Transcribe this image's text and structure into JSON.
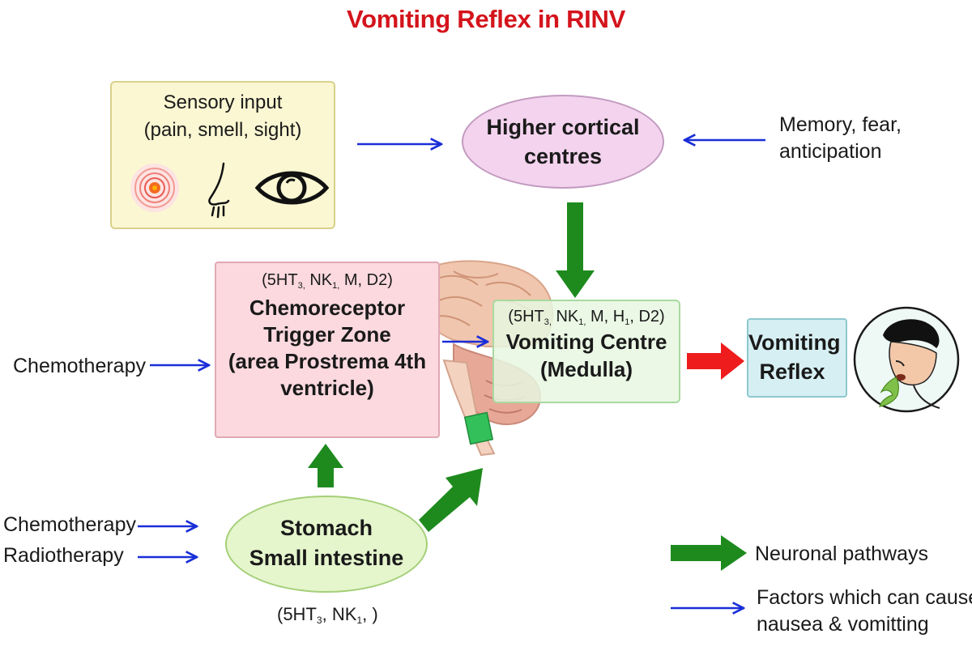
{
  "title": "Vomiting Reflex in RINV",
  "sensory": {
    "line1": "Sensory input",
    "line2": "(pain, smell, sight)",
    "icons": [
      "pain-icon",
      "nose-icon",
      "eye-icon"
    ]
  },
  "higher": {
    "line1": "Higher cortical",
    "line2": "centres"
  },
  "memory": {
    "line1": "Memory, fear,",
    "line2": "anticipation"
  },
  "ctz": {
    "receptors": {
      "p1": "(5HT",
      "s1": "3,",
      "p2": " NK",
      "s2": "1,",
      "p3": " M, D2)"
    },
    "line1": "Chemoreceptor",
    "line2": "Trigger Zone",
    "line3": "(area Prostrema 4th",
    "line4": "ventricle)"
  },
  "vc": {
    "receptors": {
      "p1": "(5HT",
      "s1": "3,",
      "p2": " NK",
      "s2": "1,",
      "p3": " M, H",
      "s3": "1",
      "p4": ", D2)"
    },
    "line1": "Vomiting Centre",
    "line2": "(Medulla)"
  },
  "reflex": {
    "line1": "Vomiting",
    "line2": "Reflex"
  },
  "chemo_left": "Chemotherapy",
  "chemo_bottom": "Chemotherapy",
  "radio_bottom": "Radiotherapy",
  "stomach": {
    "line1": "Stomach",
    "line2": "Small intestine"
  },
  "stomach_receptors": {
    "p1": "(5HT",
    "s1": "3",
    "p2": ", NK",
    "s2": "1",
    "p3": ", )"
  },
  "legend": {
    "neuronal": "Neuronal pathways",
    "factors_line1": "Factors which can cause",
    "factors_line2": "nausea & vomitting"
  },
  "colors": {
    "title": "#d4141c",
    "blue_arrow": "#1a2ed8",
    "green_arrow": "#1e8a1e",
    "red_arrow": "#ee1c1c"
  }
}
